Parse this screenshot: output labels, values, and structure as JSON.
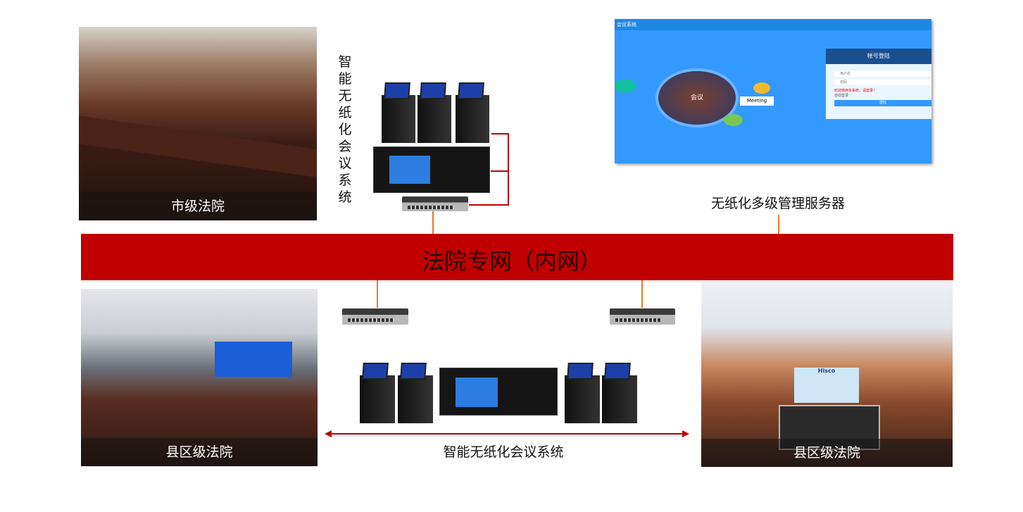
{
  "top_left": {
    "caption": "市级法院"
  },
  "vertical_label": "智能无纸化会议系统",
  "server": {
    "label": "无纸化多级管理服务器",
    "window_title": "会议系统",
    "hero_text": "会议",
    "meeting_text": "Meeting",
    "login": {
      "title": "帐号登陆",
      "username_placeholder": "用户名",
      "password_placeholder": "密码",
      "welcome": "欢迎使用本系统，请登录！",
      "auto_login": "自动登录",
      "submit": "登陆"
    }
  },
  "network": {
    "label": "法院专网（内网）"
  },
  "bottom_left": {
    "caption": "县区级法院"
  },
  "bottom_right": {
    "caption": "县区级法院",
    "screen_brand": "Hisco"
  },
  "bottom_label": "智能无纸化会议系统",
  "colors": {
    "band": "#c00000",
    "connector": "#e8782a",
    "screen_blue": "#3399ff"
  }
}
